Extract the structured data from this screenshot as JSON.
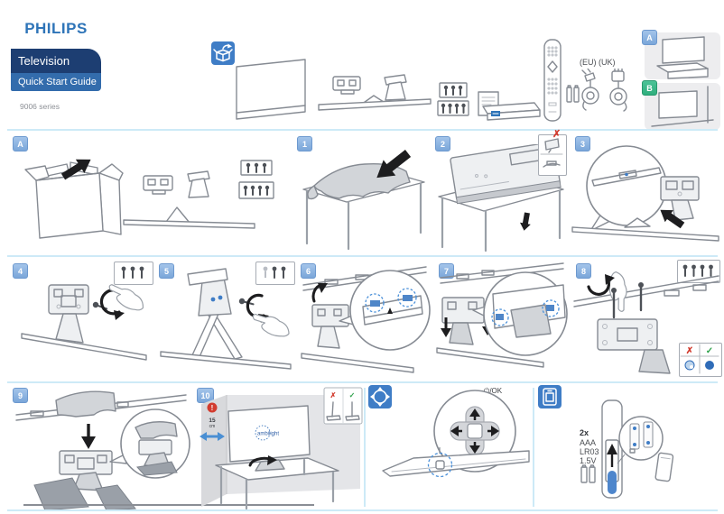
{
  "header": {
    "brand": "PHILIPS",
    "product": "Television",
    "doc_title": "Quick Start Guide",
    "series": "9006 series"
  },
  "overview": {
    "plug_region_label": "(EU) (UK)"
  },
  "placements": {
    "a": "A",
    "b": "B"
  },
  "steps": {
    "a": "A",
    "s1": "1",
    "s2": "2",
    "s3": "3",
    "s4": "4",
    "s5": "5",
    "s6": "6",
    "s7": "7",
    "s8": "8",
    "s9": "9",
    "s10": "10"
  },
  "marks": {
    "cross": "✗",
    "check": "✓",
    "exclaim": "!"
  },
  "step10": {
    "clearance_value": "15",
    "clearance_unit": "cm",
    "screen_brand": "ambilight"
  },
  "controls": {
    "power_ok_label": "⏻/OK"
  },
  "battery": {
    "quantity": "2x",
    "size": "AAA",
    "model": "LR03",
    "voltage": "1.5V"
  },
  "colors": {
    "brand_blue": "#2e74b8",
    "navy_bar": "#1d3e72",
    "title_bar_blue": "#336cac",
    "badge_blue": "#84abdc",
    "badge_green": "#2fae7d",
    "icon_blue": "#3f7dc6",
    "divider_blue": "#cdeaf7",
    "warning_red": "#d23b2e",
    "ok_green": "#2fa24c",
    "highlight_blue": "#4a90d9"
  }
}
